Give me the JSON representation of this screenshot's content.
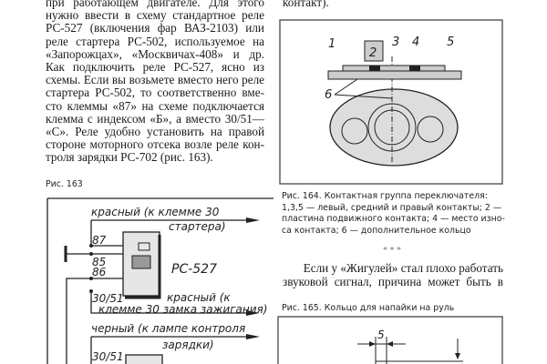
{
  "left_text": [
    "при работающем двигателе. Для этого",
    "нужно ввести в схему стандартное реле",
    "РС-527 (включения фар ВАЗ-2103) или",
    "реле стартера РС-502, используемое на",
    "«Запорожцах», «Москвичах-408» и др.",
    "Как подключить реле РС-527, ясно из",
    "схемы. Если вы возьмете вместо него реле",
    "стартера РС-502, то соответственно вме-",
    "сто клеммы «87» на схеме подключается",
    "клемма с индексом «Б», а вместо 30/51—",
    "«С». Реле удобно установить на правой",
    "стороне моторного отсека возле реле кон-",
    "троля зарядки РС-702 (рис. 163)."
  ],
  "fig163": {
    "caption": "Рис. 163",
    "labels": {
      "red1a": "красный (к клемме 30",
      "red1b": "стартера)",
      "t87": "87",
      "t85": "85",
      "t86": "86",
      "t3051a": "30/51",
      "relay": "РС-527",
      "red2a": "красный (к",
      "red2b": "клемме 30 замка зажигания)",
      "blacka": "черный (к лампе контроля",
      "blackb": "зарядки)",
      "t3051b": "30/51"
    }
  },
  "right_top_text": "контакт).",
  "fig164": {
    "labels": [
      "1",
      "2",
      "3",
      "4",
      "5",
      "6"
    ],
    "caption": [
      "Рис. 164. Контактная группа переключателя:",
      "1,3,5 — левый, средний и правый контакты; 2 —",
      "пластина подвижного контакта; 4 — место изно-",
      "са контакта; 6 — дополнительное кольцо"
    ]
  },
  "separator": "* * *",
  "right_text": [
    "Если у «Жигулей» стал плохо работать",
    "звуковой сигнал, причина может быть в"
  ],
  "fig165": {
    "caption": "Рис. 165. Кольцо для напайки на руль",
    "dim": "5"
  }
}
